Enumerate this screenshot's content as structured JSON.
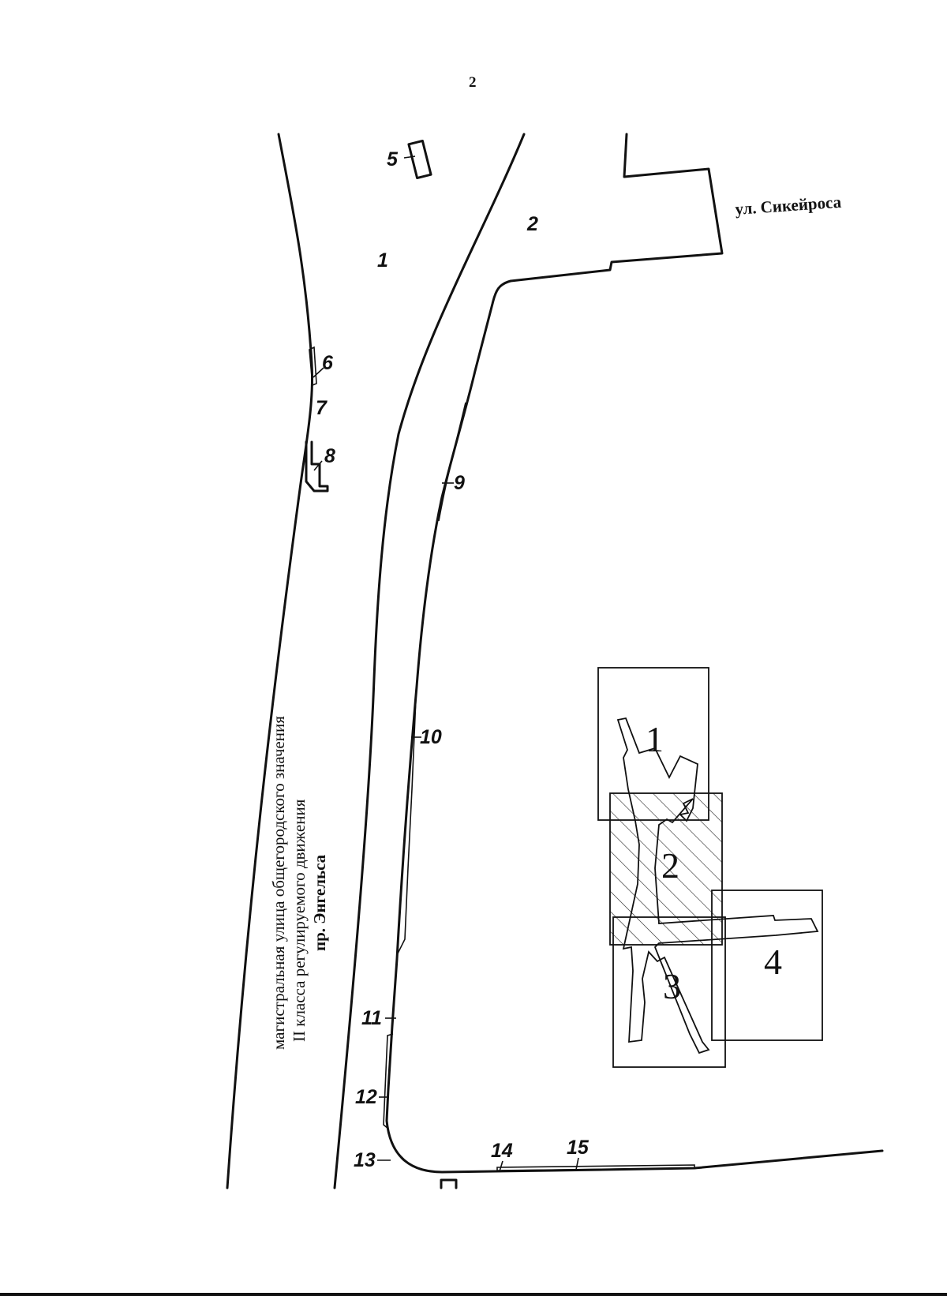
{
  "page_number": "2",
  "streets": {
    "sikeirosa": "ул. Сикейроса",
    "engelsa_line1": "магистральная  улица общегородского значения",
    "engelsa_line2": "II класса регулируемого движения",
    "engelsa_line3": "пр. Энгельса"
  },
  "zones": [
    "1",
    "2"
  ],
  "points": [
    "5",
    "6",
    "7",
    "8",
    "9",
    "10",
    "11",
    "12",
    "13",
    "14",
    "15"
  ],
  "plots": [
    "1",
    "2",
    "3",
    "4"
  ]
}
